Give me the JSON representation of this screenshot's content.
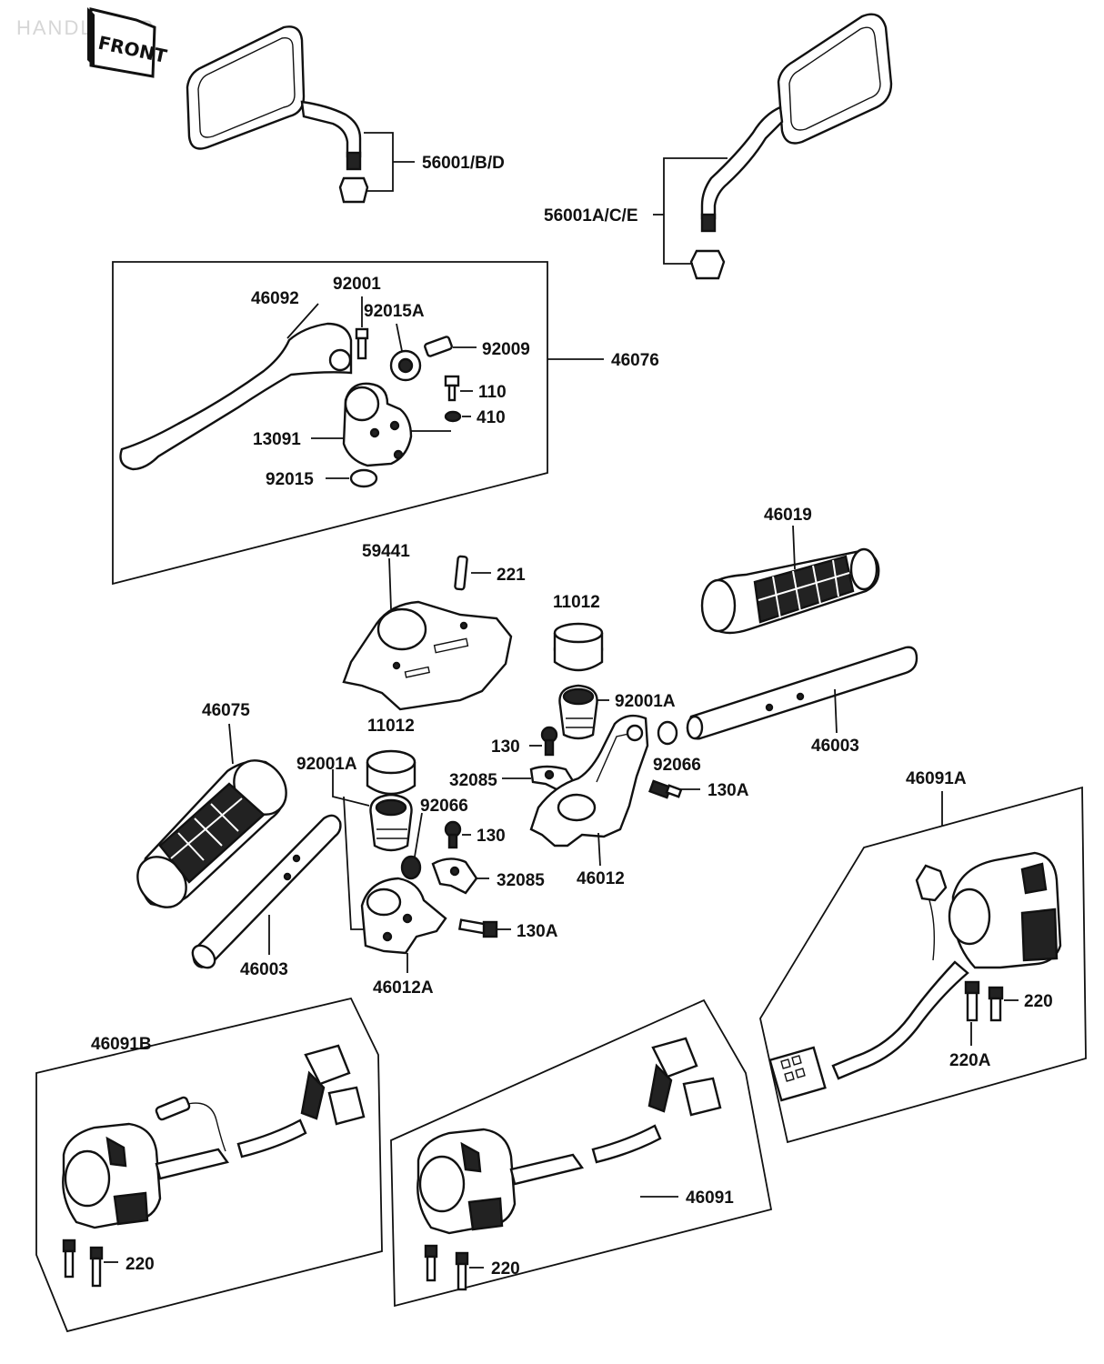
{
  "header": {
    "ghost_title": "HANDLEBAR",
    "front_stamp": "FRONT"
  },
  "labels": {
    "p56001_bd": "56001/B/D",
    "p56001_ace": "56001A/C/E",
    "p46092": "46092",
    "p92001": "92001",
    "p92015a": "92015A",
    "p92009": "92009",
    "p46076": "46076",
    "p110": "110",
    "p410": "410",
    "p13091": "13091",
    "p92015": "92015",
    "p59441": "59441",
    "p221": "221",
    "p11012_r": "11012",
    "p46019": "46019",
    "p92001a_r": "92001A",
    "p46003_r": "46003",
    "p46075": "46075",
    "p11012_l": "11012",
    "p92001a_l": "92001A",
    "p130_r": "130",
    "p92066_r": "92066",
    "p32085_r": "32085",
    "p130a_r": "130A",
    "p92066_l": "92066",
    "p130_l": "130",
    "p32085_l": "32085",
    "p46012": "46012",
    "p130a_l": "130A",
    "p46003_l": "46003",
    "p46012a": "46012A",
    "p46091a": "46091A",
    "p220_a": "220",
    "p220a": "220A",
    "p46091b": "46091B",
    "p220_b": "220",
    "p46091": "46091",
    "p220_c": "220"
  }
}
